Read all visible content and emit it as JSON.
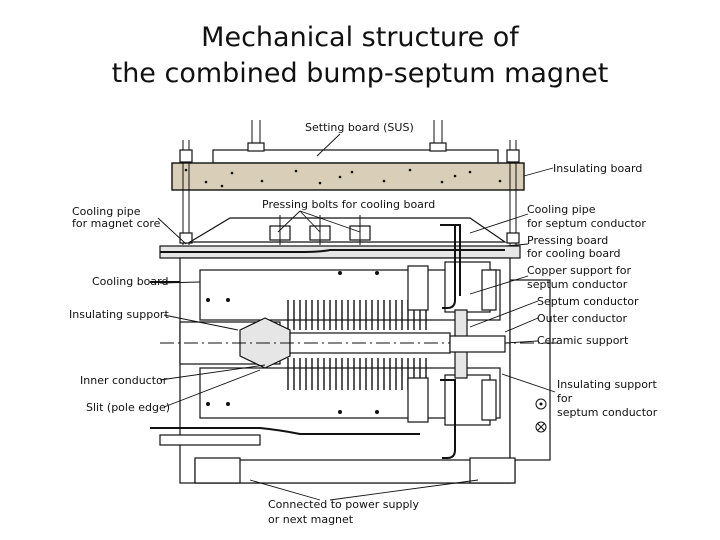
{
  "slide": {
    "title_line1": "Mechanical structure of",
    "title_line2": "the combined bump-septum magnet"
  },
  "labels": {
    "setting_board": "Setting board (SUS)",
    "insulating_board": "Insulating board",
    "pressing_bolts": "Pressing bolts for cooling board",
    "cooling_pipe_core_1": "Cooling pipe",
    "cooling_pipe_core_2": "for magnet core",
    "cooling_pipe_septum_1": "Cooling pipe",
    "cooling_pipe_septum_2": "for septum conductor",
    "pressing_board_1": "Pressing board",
    "pressing_board_2": "for cooling board",
    "cooling_board": "Cooling board",
    "copper_support_1": "Copper support for",
    "copper_support_2": "septum conductor",
    "septum_conductor": "Septum conductor",
    "insulating_support": "Insulating support",
    "outer_conductor": "Outer conductor",
    "ceramic_support": "Ceramic support",
    "inner_conductor": "Inner conductor",
    "insulating_support_septum_1": "Insulating support",
    "insulating_support_septum_2": "for",
    "insulating_support_septum_3": "septum conductor",
    "slit": "Slit (pole edge)",
    "power_supply_1": "Connected to power supply",
    "power_supply_2": "or next magnet"
  }
}
